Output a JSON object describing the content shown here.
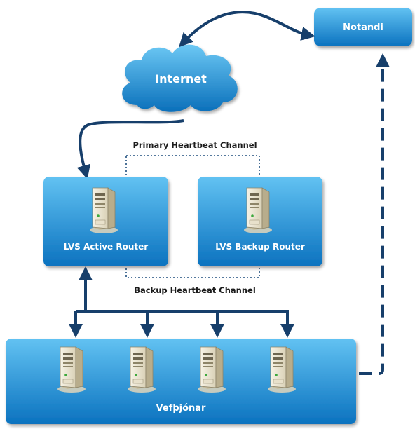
{
  "nodes": {
    "user": {
      "label": "Notandi"
    },
    "internet": {
      "label": "Internet"
    },
    "active_router": {
      "label": "LVS Active Router"
    },
    "backup_router": {
      "label": "LVS Backup Router"
    },
    "web_servers": {
      "label": "Vefþjónar",
      "server_count": 4
    }
  },
  "channels": {
    "primary": "Primary Heartbeat Channel",
    "backup": "Backup Heartbeat Channel"
  },
  "colors": {
    "box_light": "#4fb6ee",
    "box_dark": "#0a76c4",
    "arrow": "#173f6b",
    "dotted": "#1f4f7f",
    "server_body": "#f3eede",
    "server_shadow": "#b7ad92"
  }
}
